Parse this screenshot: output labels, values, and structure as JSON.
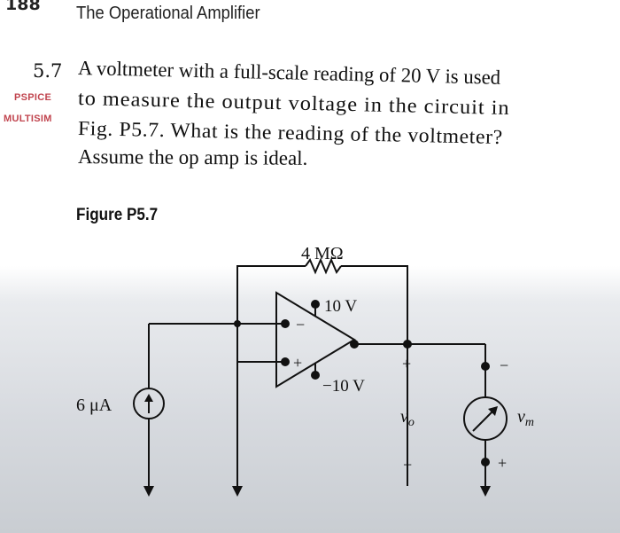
{
  "header": {
    "page_number": "188",
    "chapter_title": "The Operational Amplifier"
  },
  "problem": {
    "number": "5.7",
    "tags": [
      "PSPICE",
      "MULTISIM"
    ],
    "lines": [
      "A voltmeter with a full-scale reading of 20 V is used",
      "to measure the output voltage in the circuit in",
      "Fig. P5.7. What is the reading of the voltmeter?",
      "Assume the op amp is ideal."
    ]
  },
  "figure": {
    "label": "Figure P5.7",
    "resistor_label": "4 MΩ",
    "positive_supply": "10 V",
    "negative_supply": "−10 V",
    "current_source_label": "6 μA",
    "inverting_sign": "−",
    "noninverting_sign": "+",
    "vo_label": "v",
    "vo_subscript": "o",
    "vo_plus": "+",
    "vo_minus": "−",
    "vm_label": "v",
    "vm_subscript": "m",
    "vm_minus": "−",
    "vm_plus": "+"
  }
}
